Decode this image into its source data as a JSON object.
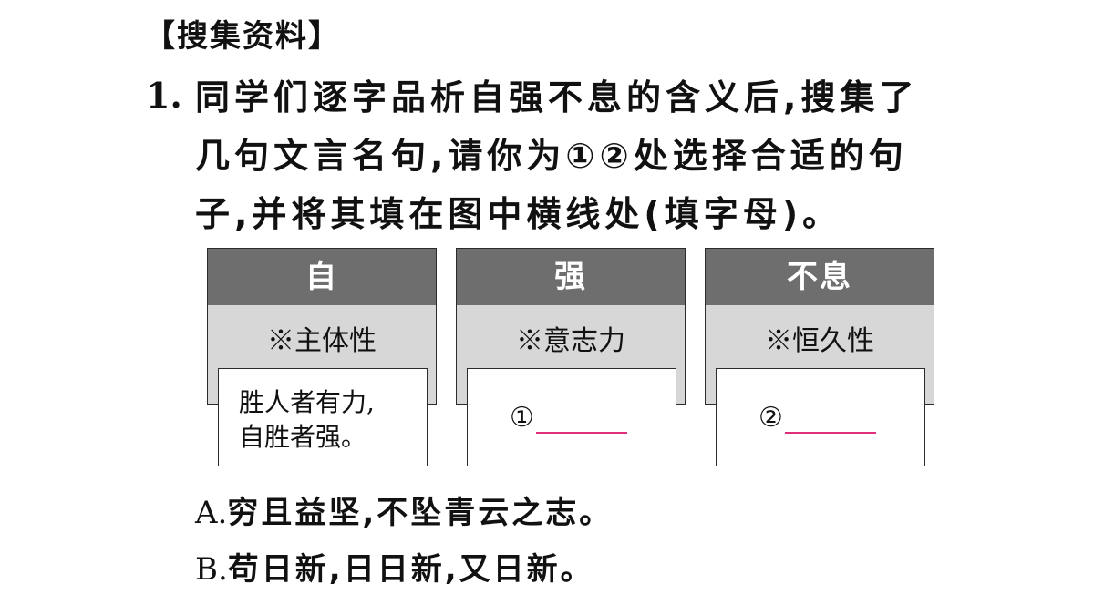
{
  "section_title": "【搜集资料】",
  "question": {
    "number": "1.",
    "lines": [
      "同学们逐字品析自强不息的含义后,搜集了",
      "几句文言名句,请你为①②处选择合适的句",
      "子,并将其填在图中横线处(填字母)。"
    ]
  },
  "diagram": {
    "cards": [
      {
        "head": "自",
        "sub": "※主体性"
      },
      {
        "head": "强",
        "sub": "※意志力"
      },
      {
        "head": "不息",
        "sub": "※恒久性"
      }
    ],
    "boxes": [
      {
        "text_line1": "胜人者有力,",
        "text_line2": "自胜者强。"
      },
      {
        "marker": "①"
      },
      {
        "marker": "②"
      }
    ],
    "blank_color": "#e0307a"
  },
  "options": [
    {
      "letter": "A.",
      "text": "穷且益坚,不坠青云之志。"
    },
    {
      "letter": "B.",
      "text": "苟日新,日日新,又日新。"
    }
  ]
}
